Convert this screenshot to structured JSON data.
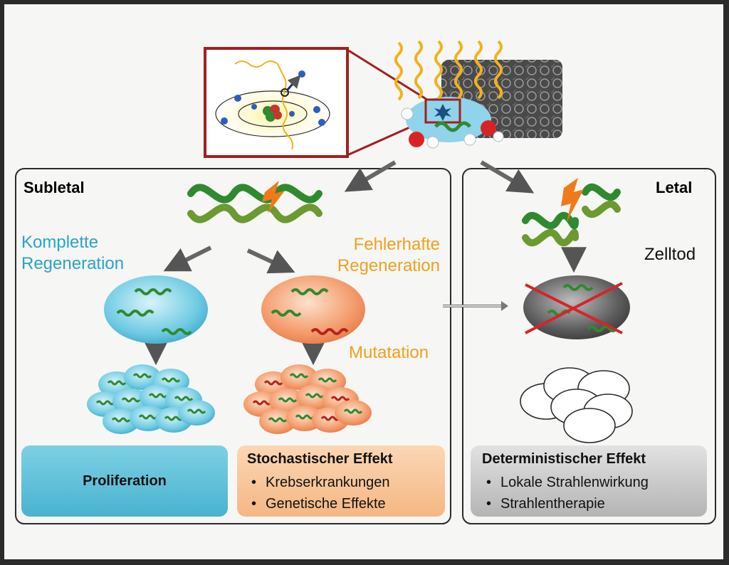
{
  "sections": {
    "sublethal": "Subletal",
    "lethal": "Letal"
  },
  "labels": {
    "complete_regen": [
      "Komplette",
      "Regeneration"
    ],
    "faulty_regen": [
      "Fehlerhafte",
      "Regeneration"
    ],
    "mutation": "Mutatation",
    "cell_death": "Zelltod"
  },
  "cards": {
    "proliferation": {
      "title": "Proliferation"
    },
    "stochastic": {
      "title": "Stochastischer Effekt",
      "items": [
        "Krebserkrankungen",
        "Genetische Effekte"
      ]
    },
    "deterministic": {
      "title": "Deterministischer Effekt",
      "items": [
        "Lokale Strahlenwirkung",
        "Strahlentherapie"
      ]
    }
  },
  "colors": {
    "blue_text": "#2aa3c9",
    "orange_text": "#f0a020",
    "card_blue": "#5bc0d8",
    "card_orange": "#f7c89c",
    "card_gray": "#c6c6c6",
    "dna_green": "#2f8a2f",
    "cross_red": "#d8232a",
    "radiation_wave": "#f2b21e",
    "inset_border": "#a0201e"
  }
}
